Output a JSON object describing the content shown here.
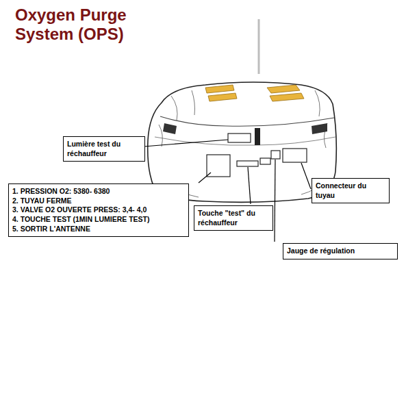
{
  "diagram": {
    "title": "Oxygen Purge System (OPS)",
    "nodes": [
      {
        "text": [
          "Lumière test du réchauffeur"
        ]
      },
      {
        "text": [
          "1. PRESSION O2: 5380- 6380",
          "2. TUYAU FERME",
          "3. VALVE O2 OUVERTE PRESS: 3,4- 4,0",
          "4. TOUCHE TEST (1MIN LUMIERE TEST)",
          "5. SORTIR L'ANTENNE"
        ]
      },
      {
        "text": [
          "Touche \"test\" du réchauffeur"
        ]
      },
      {
        "text": [
          "Connecteur du tuyau"
        ]
      },
      {
        "text": [
          "Jauge de régulation"
        ]
      }
    ]
  }
}
